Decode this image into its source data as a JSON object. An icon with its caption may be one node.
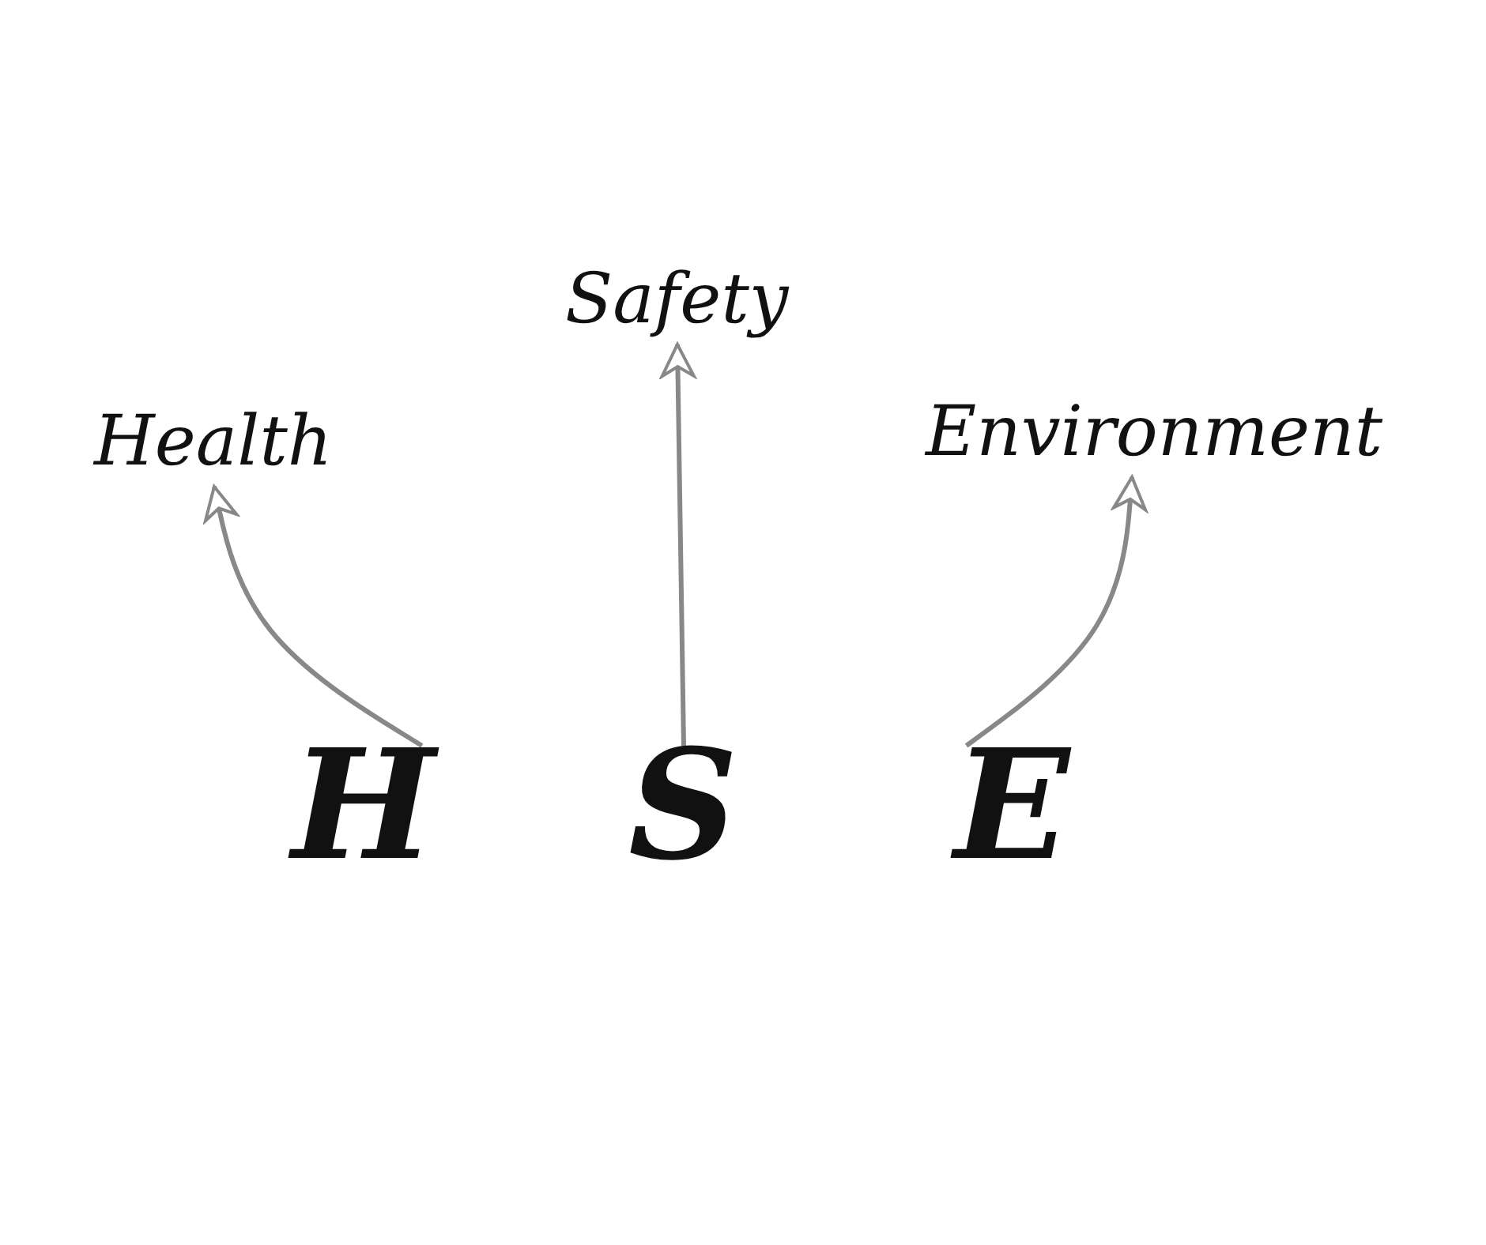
{
  "diagram": {
    "nodes": [
      {
        "text": [
          "Safety"
        ]
      },
      {
        "text": [
          "Health"
        ]
      },
      {
        "text": [
          "Environment"
        ]
      },
      {
        "text": [
          "H"
        ]
      },
      {
        "text": [
          "S"
        ]
      },
      {
        "text": [
          "E"
        ]
      }
    ],
    "edges": [
      {
        "from": 3,
        "to": 1,
        "arrow": "to"
      },
      {
        "from": 4,
        "to": 0,
        "arrow": "to"
      },
      {
        "from": 5,
        "to": 2,
        "arrow": "to"
      }
    ]
  }
}
